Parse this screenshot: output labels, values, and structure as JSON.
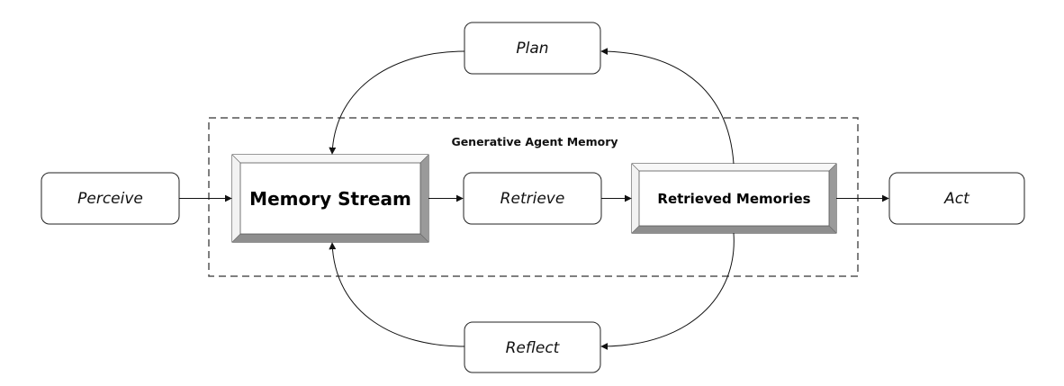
{
  "group": {
    "label": "Generative Agent Memory"
  },
  "nodes": {
    "perceive": "Perceive",
    "memory_stream": "Memory Stream",
    "retrieve": "Retrieve",
    "retrieved_memories": "Retrieved Memories",
    "act": "Act",
    "plan": "Plan",
    "reflect": "Reflect"
  }
}
